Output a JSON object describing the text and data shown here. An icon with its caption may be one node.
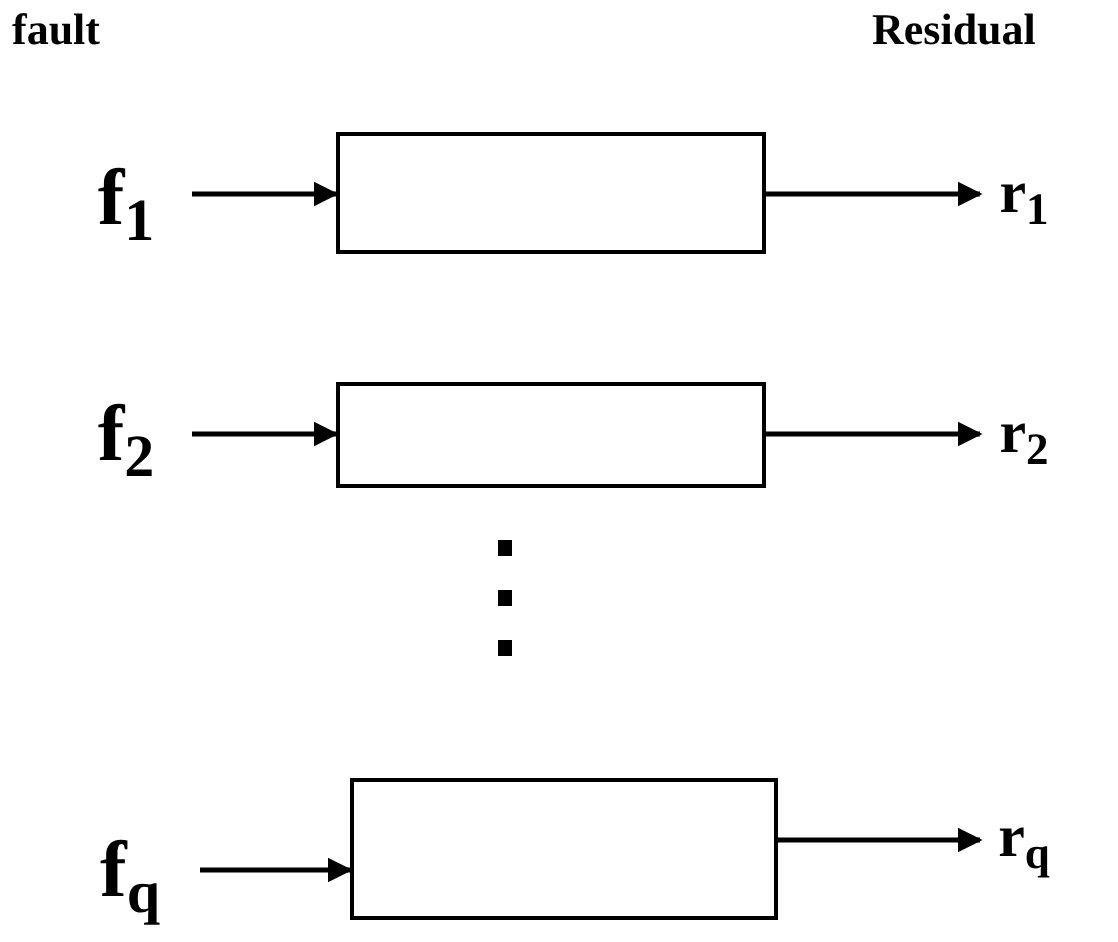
{
  "diagram": {
    "nodes": [
      {
        "text": [
          "f$_{1}$"
        ]
      },
      {
        "text": [],
        "shape": "box"
      },
      {
        "text": [
          "r$_{1}$"
        ]
      },
      {
        "text": [
          "f$_{2}$"
        ]
      },
      {
        "text": [],
        "shape": "box"
      },
      {
        "text": [
          "r$_{2}$"
        ]
      },
      {
        "text": [
          "f$_{q}$"
        ]
      },
      {
        "text": [],
        "shape": "box"
      },
      {
        "text": [
          "r$_{q}$"
        ]
      }
    ],
    "edges": [
      {
        "from": 0,
        "to": 1,
        "arrow": "to"
      },
      {
        "from": 1,
        "to": 2,
        "arrow": "to"
      },
      {
        "from": 3,
        "to": 4,
        "arrow": "to"
      },
      {
        "from": 4,
        "to": 5,
        "arrow": "to"
      },
      {
        "from": 6,
        "to": 7,
        "arrow": "to"
      },
      {
        "from": 7,
        "to": 8,
        "arrow": "to"
      }
    ],
    "labels": [
      "fault",
      "Residual"
    ]
  }
}
